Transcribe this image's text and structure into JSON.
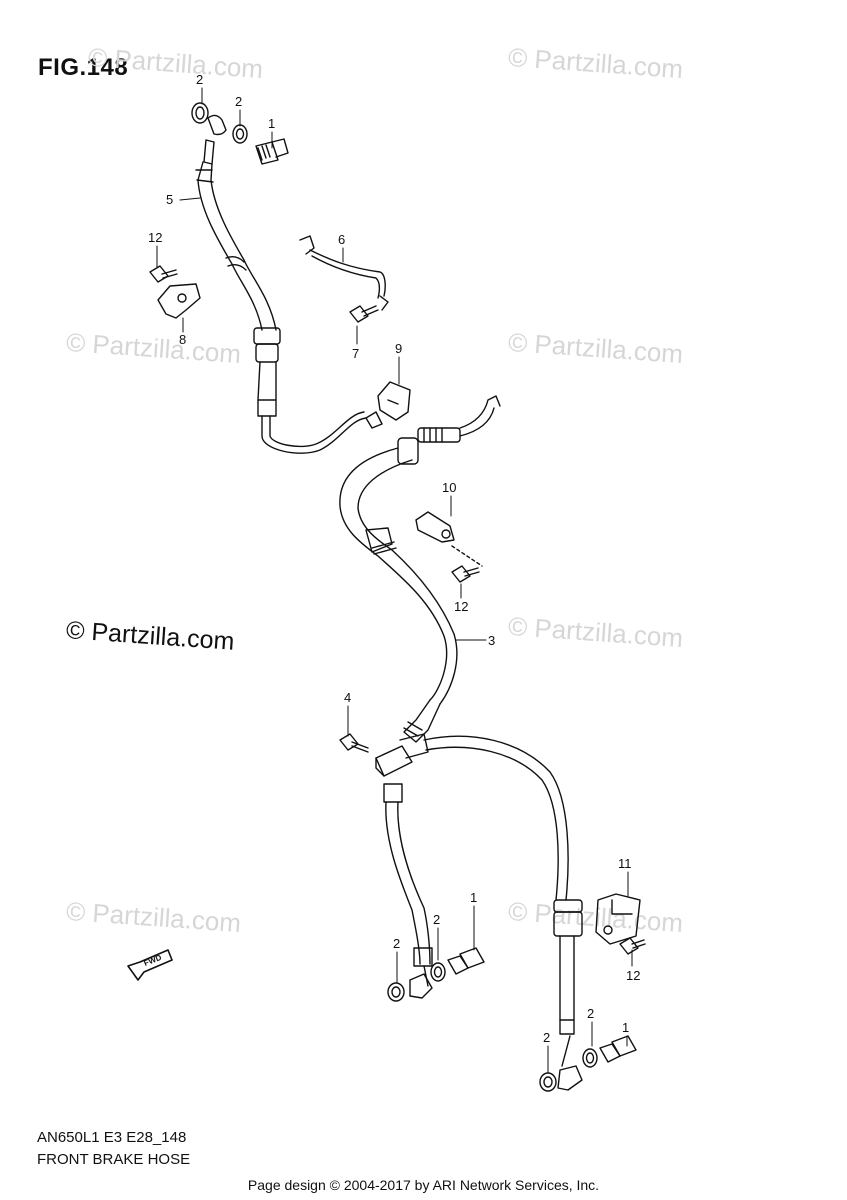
{
  "figure_title": "FIG.148",
  "watermark_text": "© Partzilla.com",
  "bold_watermark_text": "© Partzilla.com",
  "callouts": {
    "c1": "1",
    "c2": "2",
    "c3": "3",
    "c4": "4",
    "c5": "5",
    "c6": "6",
    "c7": "7",
    "c8": "8",
    "c9": "9",
    "c10": "10",
    "c11": "11",
    "c12": "12"
  },
  "fwd_label": "FWD",
  "footer": {
    "model_code": "AN650L1 E3 E28_148",
    "diagram_name": "FRONT BRAKE HOSE",
    "credit": "Page design © 2004-2017 by ARI Network Services, Inc."
  },
  "colors": {
    "line": "#111111",
    "watermark": "#d6d6d6"
  }
}
